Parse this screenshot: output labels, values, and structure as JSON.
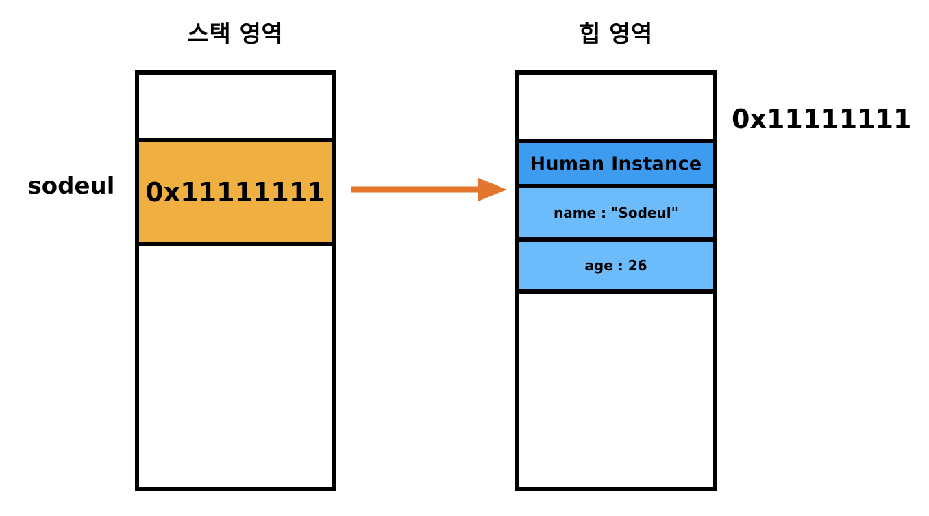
{
  "diagram": {
    "title_stack": "스택 영역",
    "title_heap": "힙 영역",
    "variable_label": "sodeul",
    "arrow_icon": "right-arrow-icon",
    "heap_address_label": "0x11111111",
    "colors": {
      "stack_pointer_fill": "#efaf41",
      "heap_header_fill": "#3d9bf0",
      "heap_field_fill": "#6cbcfb",
      "arrow": "#e3762c",
      "border": "#000000",
      "background": "#ffffff"
    }
  },
  "stack": {
    "slots": [
      {
        "label": "",
        "kind": "empty"
      },
      {
        "label": "0x11111111",
        "kind": "pointer"
      },
      {
        "label": "",
        "kind": "empty"
      }
    ]
  },
  "heap": {
    "slots": [
      {
        "label": "",
        "kind": "empty"
      },
      {
        "label": "Human Instance",
        "kind": "header"
      },
      {
        "label": "name : \"Sodeul\"",
        "kind": "field"
      },
      {
        "label": "age : 26",
        "kind": "field"
      },
      {
        "label": "",
        "kind": "empty"
      }
    ]
  }
}
